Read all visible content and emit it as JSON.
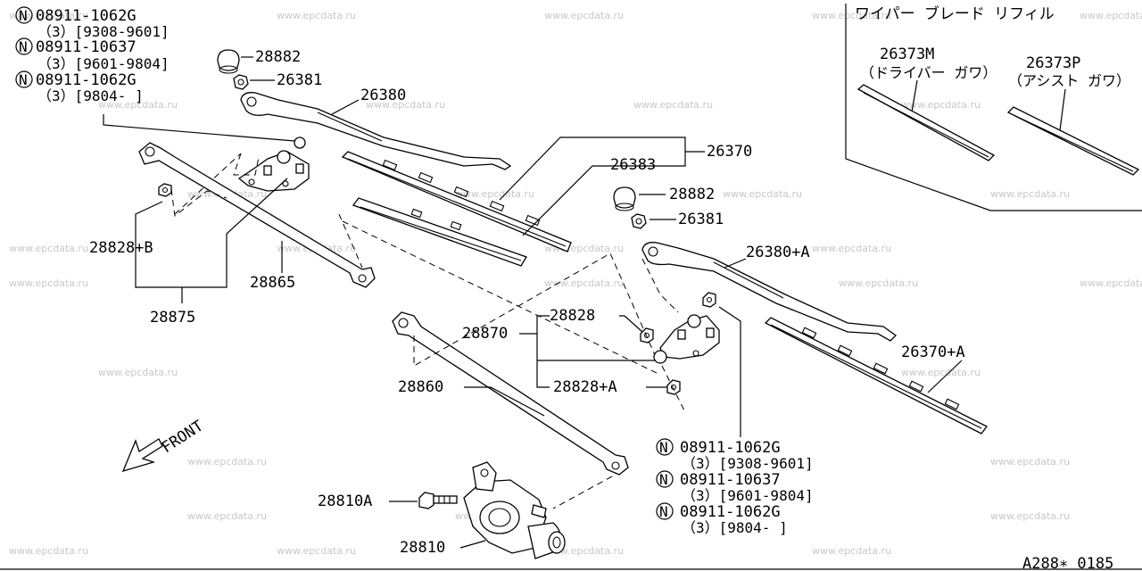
{
  "watermark": "www.epcdata.ru",
  "diagram_code": "A288∗ 0185",
  "front_label": "FRONT",
  "refill": {
    "title": "ワイパー ブレード リフィル",
    "driver_part": "26373M",
    "driver_side": "（ドライバー ガワ）",
    "assist_part": "26373P",
    "assist_side": "（アシスト ガワ）"
  },
  "note_symbol": "N",
  "notes_left": [
    {
      "part": "08911-1062G",
      "spec": "（3）[9308-9601]"
    },
    {
      "part": "08911-10637",
      "spec": "（3）[9601-9804]"
    },
    {
      "part": "08911-1062G",
      "spec": "（3）[9804-  ]"
    }
  ],
  "notes_right": [
    {
      "part": "08911-1062G",
      "spec": "（3）[9308-9601]"
    },
    {
      "part": "08911-10637",
      "spec": "（3）[9601-9804]"
    },
    {
      "part": "08911-1062G",
      "spec": "（3）[9804-  ]"
    }
  ],
  "labels": {
    "cap_l": "28882",
    "nut_l": "26381",
    "arm_l": "26380",
    "blade_set": "26370",
    "blade_l": "26383",
    "cap_r": "28882",
    "nut_r": "26381",
    "arm_r": "26380+A",
    "blade_r": "26370+A",
    "pivot_b": "28828+B",
    "link_short": "28865",
    "linkage_assy": "28875",
    "linkage": "28870",
    "pivot": "28828",
    "pivot_a": "28828+A",
    "link_long": "28860",
    "bolt": "28810A",
    "motor": "28810"
  }
}
